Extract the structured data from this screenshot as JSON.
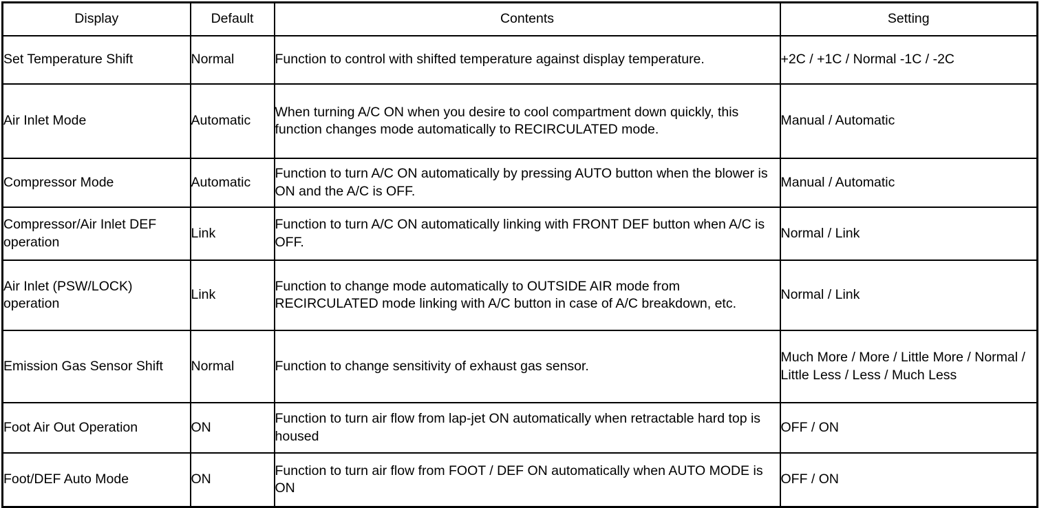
{
  "table": {
    "columns": [
      {
        "key": "display",
        "label": "Display"
      },
      {
        "key": "default",
        "label": "Default"
      },
      {
        "key": "contents",
        "label": "Contents"
      },
      {
        "key": "setting",
        "label": "Setting"
      }
    ],
    "rows": [
      {
        "display": "Set Temperature Shift",
        "default": "Normal",
        "contents": "Function to control with shifted temperature against display temperature.",
        "setting": "+2C / +1C / Normal -1C / -2C"
      },
      {
        "display": "Air Inlet Mode",
        "default": "Automatic",
        "contents": "When turning A/C ON when you desire to cool compartment down quickly, this function changes mode automatically to RECIRCULATED mode.",
        "setting": "Manual / Automatic"
      },
      {
        "display": "Compressor Mode",
        "default": "Automatic",
        "contents": "Function to turn A/C ON automatically by pressing AUTO button when the blower is ON and the A/C is OFF.",
        "setting": "Manual / Automatic"
      },
      {
        "display": "Compressor/Air Inlet DEF operation",
        "default": "Link",
        "contents": "Function to turn A/C ON automatically linking with FRONT DEF button when A/C is OFF.",
        "setting": "Normal / Link"
      },
      {
        "display": "Air Inlet (PSW/LOCK) operation",
        "default": "Link",
        "contents": "Function to change mode automatically to OUTSIDE AIR mode from RECIRCULATED mode linking with A/C button in case of A/C breakdown, etc.",
        "setting": "Normal / Link"
      },
      {
        "display": "Emission Gas Sensor Shift",
        "default": "Normal",
        "contents": "Function to change sensitivity of exhaust gas sensor.",
        "setting": "Much More / More / Little More / Normal / Little Less / Less / Much Less"
      },
      {
        "display": "Foot Air Out Operation",
        "default": "ON",
        "contents": "Function to turn air flow from lap-jet ON automatically when retractable hard top is housed",
        "setting": "OFF / ON"
      },
      {
        "display": "Foot/DEF Auto Mode",
        "default": "ON",
        "contents": "Function to turn air flow from FOOT / DEF ON automatically when AUTO MODE is ON",
        "setting": "OFF / ON"
      }
    ]
  },
  "colors": {
    "border": "#000000",
    "background": "#ffffff",
    "text": "#000000"
  }
}
